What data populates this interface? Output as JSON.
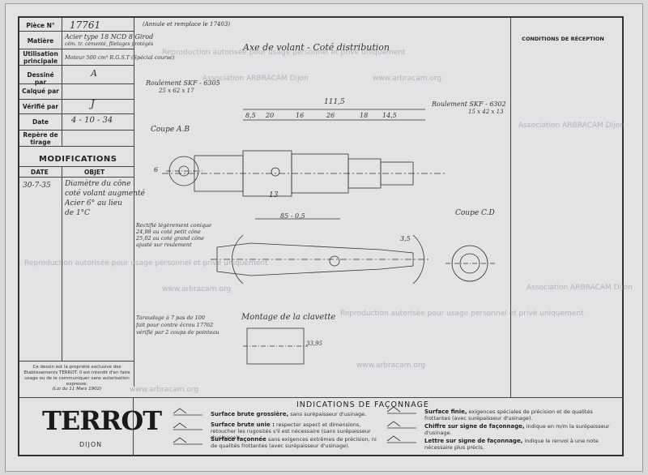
{
  "title_block": {
    "piece_label": "Pièce N°",
    "piece_value": "17761",
    "piece_note": "(Annule et remplace le 17403)",
    "matiere_label": "Matière",
    "matiere_value": "Acier type 18 NCD 8 Girod",
    "matiere_note": "cém. tr. cémenté, filetages protégés",
    "utilisation_label": "Utilisation principale",
    "utilisation_value": "Moteur 500 cm³ R.G.S.T (Spécial course)",
    "dessine_label": "Dessiné par",
    "dessine_value": "A",
    "calque_label": "Calqué par",
    "verifie_label": "Vérifié par",
    "verifie_value": "J",
    "date_label": "Date",
    "date_value": "4 - 10 - 34",
    "repere_label": "Repère de tirage"
  },
  "modifications": {
    "title": "MODIFICATIONS",
    "date_header": "DATE",
    "objet_header": "OBJET",
    "entry_date": "30-7-35",
    "entry_text_1": "Diamètre du cône",
    "entry_text_2": "coté volant augmenté",
    "entry_text_3": "Acier 6° au lieu",
    "entry_text_4": "de 1°C",
    "property_note": "Ce dessin est la propriété exclusive des Etablissements TERROT. Il est interdit d'en faire usage ou de le communiquer sans autorisation expresse.",
    "law_note": "(Loi du 11 Mars 1902)"
  },
  "conditions": {
    "title": "CONDITIONS DE RÉCEPTION"
  },
  "drawing": {
    "title": "Axe de volant - Coté distribution",
    "roulement_left": "Roulement SKF - 6305",
    "roulement_left_dims": "25 x 62 x 17",
    "roulement_right": "Roulement SKF - 6302",
    "roulement_right_dims": "15 x 42 x 13",
    "coupe_ab": "Coupe A.B",
    "coupe_cd": "Coupe C.D",
    "dim_111_5": "111,5",
    "dim_85_5": "8,5",
    "dim_20": "20",
    "dim_16": "16",
    "dim_26": "26",
    "dim_18": "18",
    "dim_14_5": "14,5",
    "dim_13": "13",
    "dim_85_05": "85 - 0,5",
    "dim_3_5": "3,5",
    "dim_6": "6",
    "note_rectifie": "Rectifié légèrement conique",
    "note_rectifie_2": "24,98 au coté petit cône",
    "note_rectifie_3": "25,02 au coté grand cône",
    "note_rectifie_4": "ajusté sur roulement",
    "note_taraudage": "Taraudage à 7 pas de 100",
    "note_taraudage_2": "fait pour contre écrou 17762",
    "note_taraudage_3": "vérifié par 2 coups de pointeau",
    "montage_title": "Montage de la clavette",
    "dim_33_95": "33,95"
  },
  "indications": {
    "title": "INDICATIONS DE FAÇONNAGE",
    "brute_grossiere": "Surface brute grossière,",
    "brute_grossiere_desc": "sans surépaisseur d'usinage.",
    "brute_unie": "Surface brute unie :",
    "brute_unie_desc": "respecter aspect et dimensions, retoucher les rugosités s'il est nécessaire (sans surépaisseur d'usinage).",
    "faconnee": "Surface façonnée",
    "faconnee_desc": "sans exigences extrêmes de précision, ni de qualités frottantes (avec surépaisseur d'usinage).",
    "finie": "Surface finie,",
    "finie_desc": "exigences spéciales de précision et de qualités frottantes (avec surépaisseur d'usinage).",
    "chiffre": "Chiffre sur signe de façonnage,",
    "chiffre_desc": "indique en m/m la surépaisseur d'usinage.",
    "lettre": "Lettre sur signe de façonnage,",
    "lettre_desc": "indique le renvoi à une note nécessaire plus précis."
  },
  "logo": {
    "brand": "TERROT",
    "city": "DIJON"
  },
  "watermarks": {
    "w1": "www.arbracam.org",
    "w2": "Association ARBRACAM Dijon",
    "w3": "Reproduction autorisée pour usage personnel et privé uniquement"
  }
}
